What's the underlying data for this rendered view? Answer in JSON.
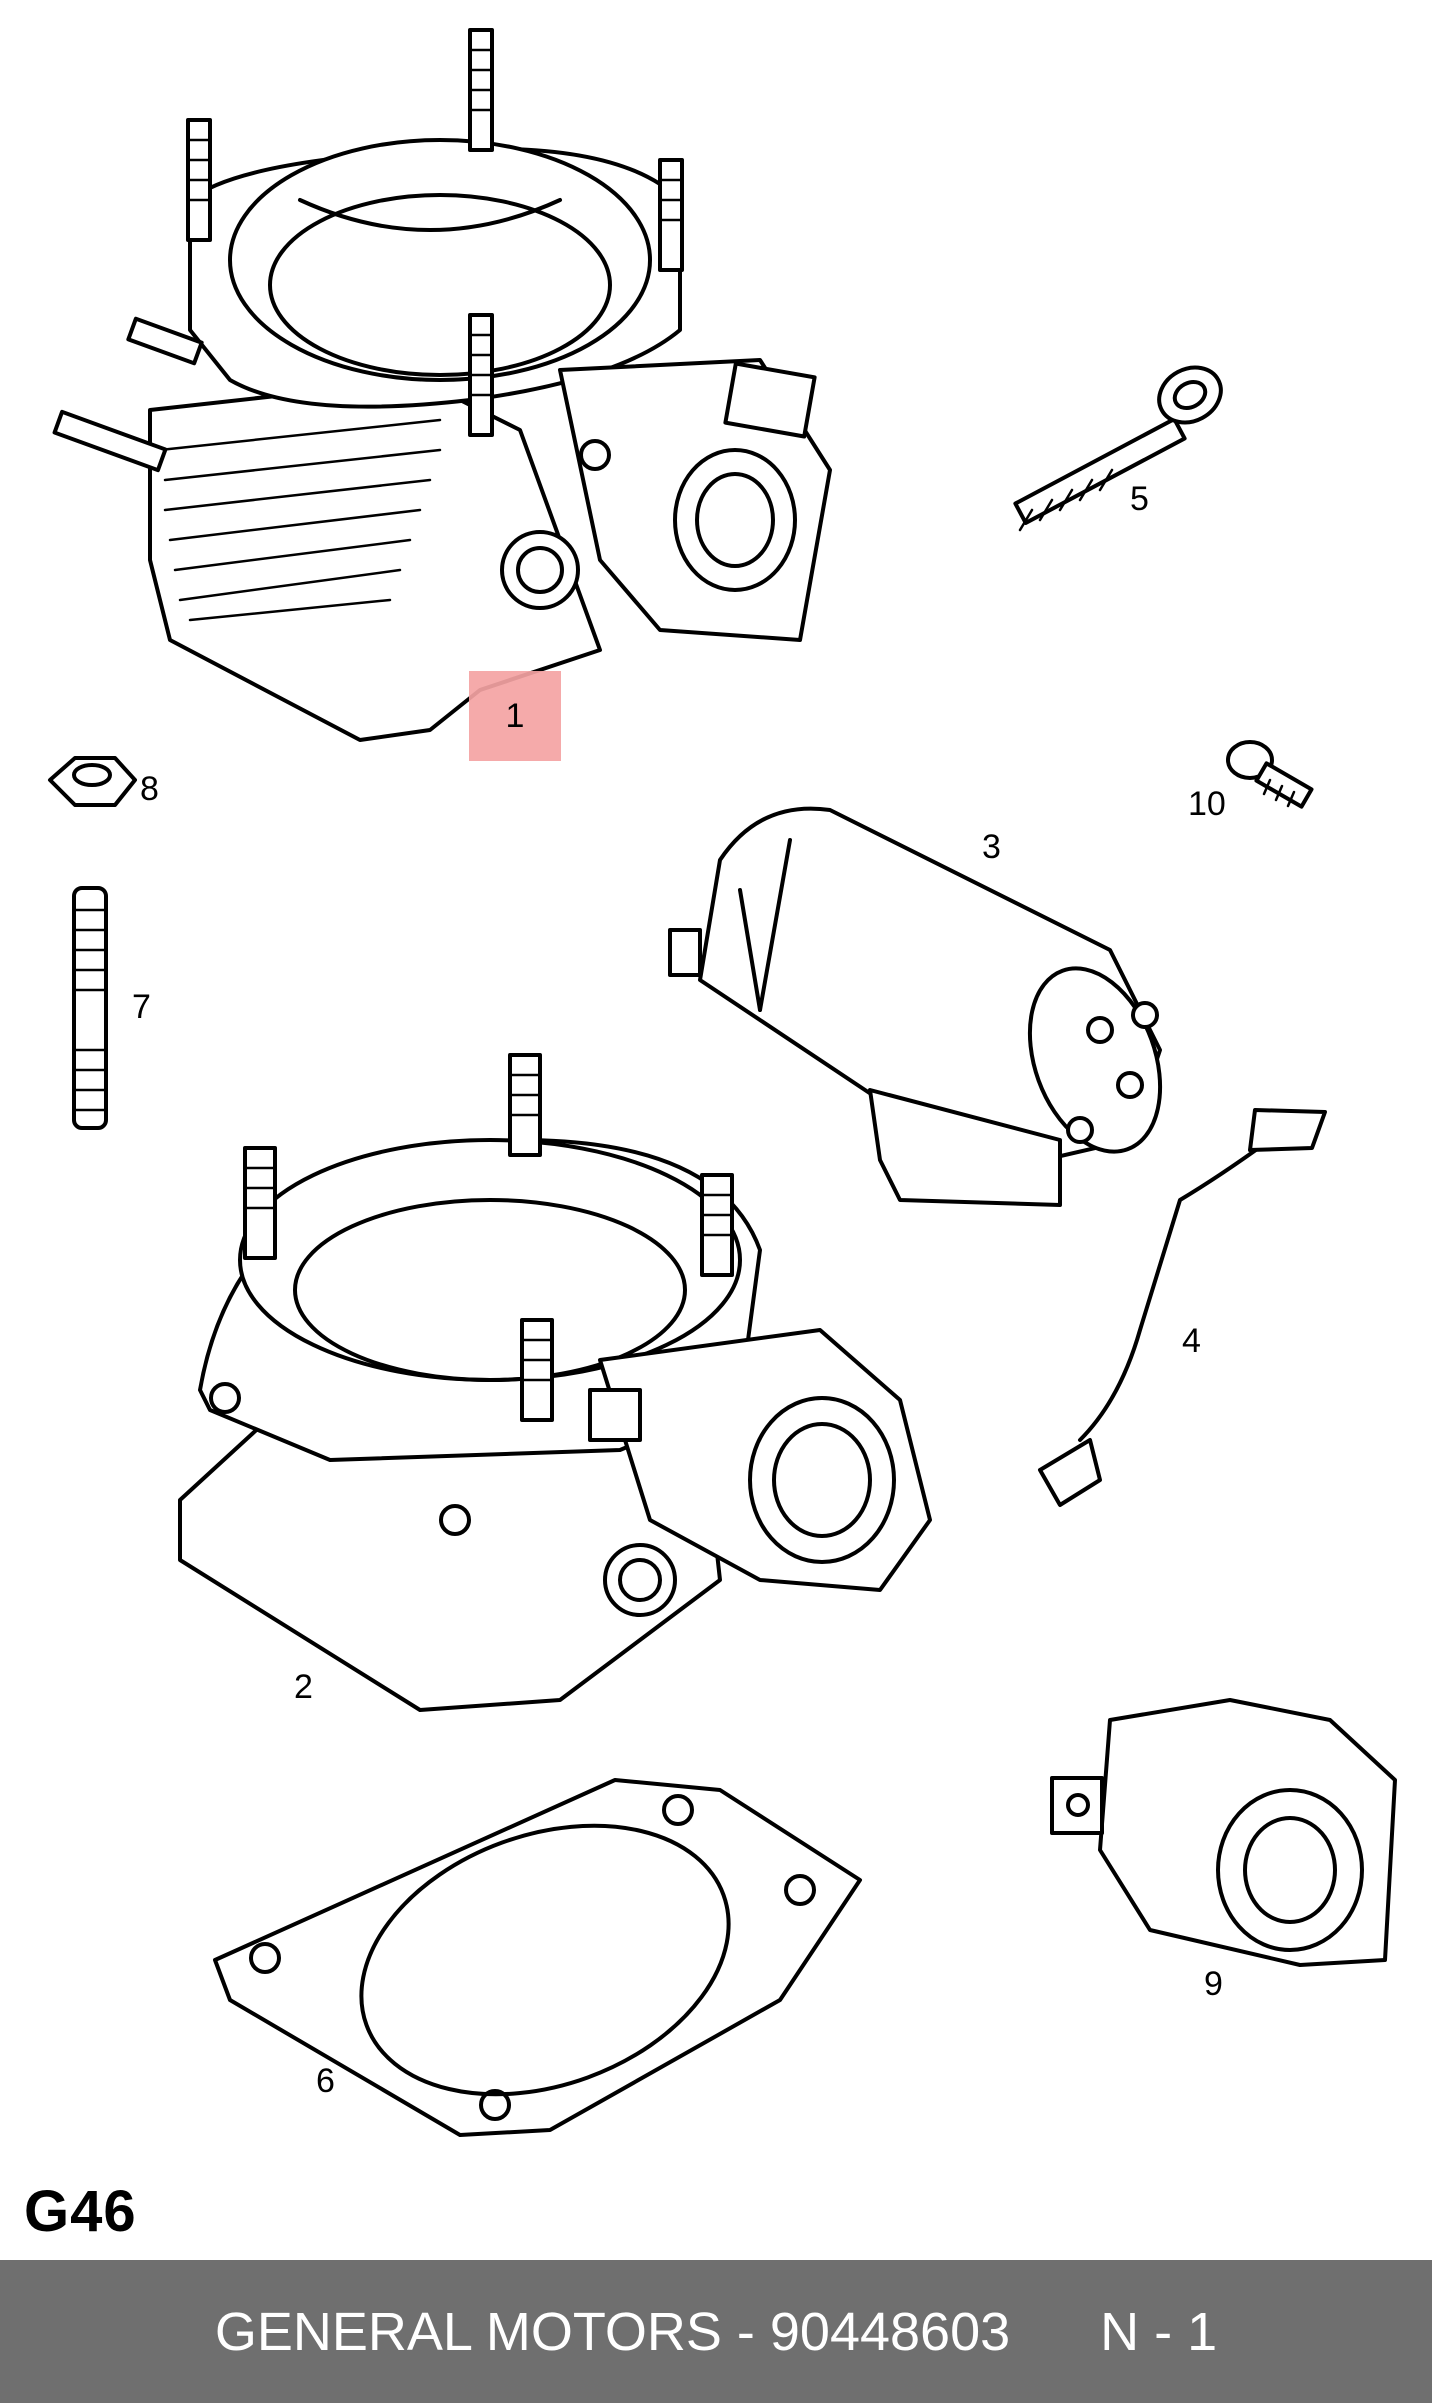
{
  "diagram": {
    "code": "G46",
    "highlighted_part": "1",
    "part_labels": {
      "p1": "1",
      "p2": "2",
      "p3": "3",
      "p4": "4",
      "p5": "5",
      "p6": "6",
      "p7": "7",
      "p8": "8",
      "p9": "9",
      "p10": "10"
    },
    "highlight_color": "#f4a3a3"
  },
  "footer": {
    "text": "GENERAL MOTORS - 90448603      N - 1",
    "background": "#6f6f6f"
  }
}
